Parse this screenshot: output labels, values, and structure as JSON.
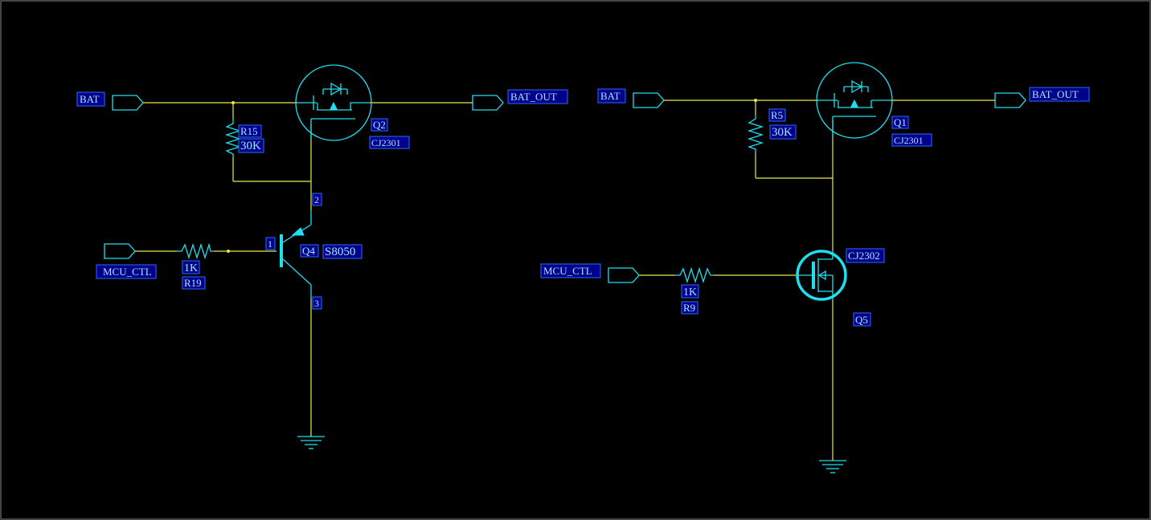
{
  "colors": {
    "background": "#000000",
    "wire": "#e8e84a",
    "symbol": "#1ee0ee",
    "label_text": "#9fe9ff",
    "label_box": "#00008a"
  },
  "left_circuit": {
    "bat_port": "BAT",
    "bat_out_port": "BAT_OUT",
    "mcu_port": "MCU_CTL",
    "pmos_ref": "Q2",
    "pmos_value": "CJ2301",
    "pullup_ref": "R15",
    "pullup_value": "30K",
    "base_res_ref": "R19",
    "base_res_value": "1K",
    "npn_ref": "Q4",
    "npn_value": "S8050",
    "pin_base": "1",
    "pin_collector": "2",
    "pin_emitter": "3"
  },
  "right_circuit": {
    "bat_port": "BAT",
    "bat_out_port": "BAT_OUT",
    "mcu_port": "MCU_CTL",
    "pmos_ref": "Q1",
    "pmos_value": "CJ2301",
    "pullup_ref": "R5",
    "pullup_value": "30K",
    "gate_res_ref": "R9",
    "gate_res_value": "1K",
    "nmos_ref": "Q5",
    "nmos_value": "CJ2302"
  },
  "icons": [
    "port-arrow-icon",
    "ground-icon",
    "resistor-icon",
    "pmos-icon",
    "nmos-icon",
    "npn-transistor-icon"
  ]
}
